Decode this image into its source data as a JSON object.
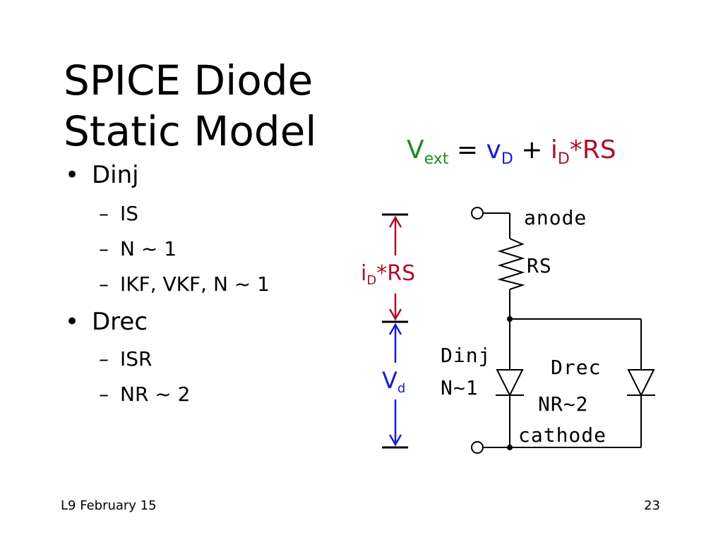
{
  "title": {
    "line1": "SPICE Diode",
    "line2": "Static Model"
  },
  "bullets": [
    {
      "label": "Dinj",
      "subs": [
        "IS",
        "N ~ 1",
        "IKF, VKF, N ~ 1"
      ]
    },
    {
      "label": "Drec",
      "subs": [
        "ISR",
        "NR ~ 2"
      ]
    }
  ],
  "bullet_symbol": "•",
  "dash_symbol": "–",
  "equation": {
    "v": "V",
    "ext": "ext",
    "eq": " = ",
    "vd": "v",
    "vd_sub": "D",
    "plus": " + ",
    "i": "i",
    "i_sub": "D",
    "rs": "*RS"
  },
  "dimension_labels": {
    "ird_i": "i",
    "ird_sub": "D",
    "ird_rs": "*RS",
    "vd_v": "V",
    "vd_sub": "d"
  },
  "circuit_labels": {
    "anode": "anode",
    "rs": "RS",
    "dinj": "Dinj",
    "n1": "N~1",
    "drec": "Drec",
    "nr2": "NR~2",
    "cathode": "cathode"
  },
  "colors": {
    "ext": "#1f8a1f",
    "vd": "#1a1ad6",
    "id": "#b0102a"
  },
  "footer": {
    "left": "L9 February 15",
    "right": "23"
  }
}
